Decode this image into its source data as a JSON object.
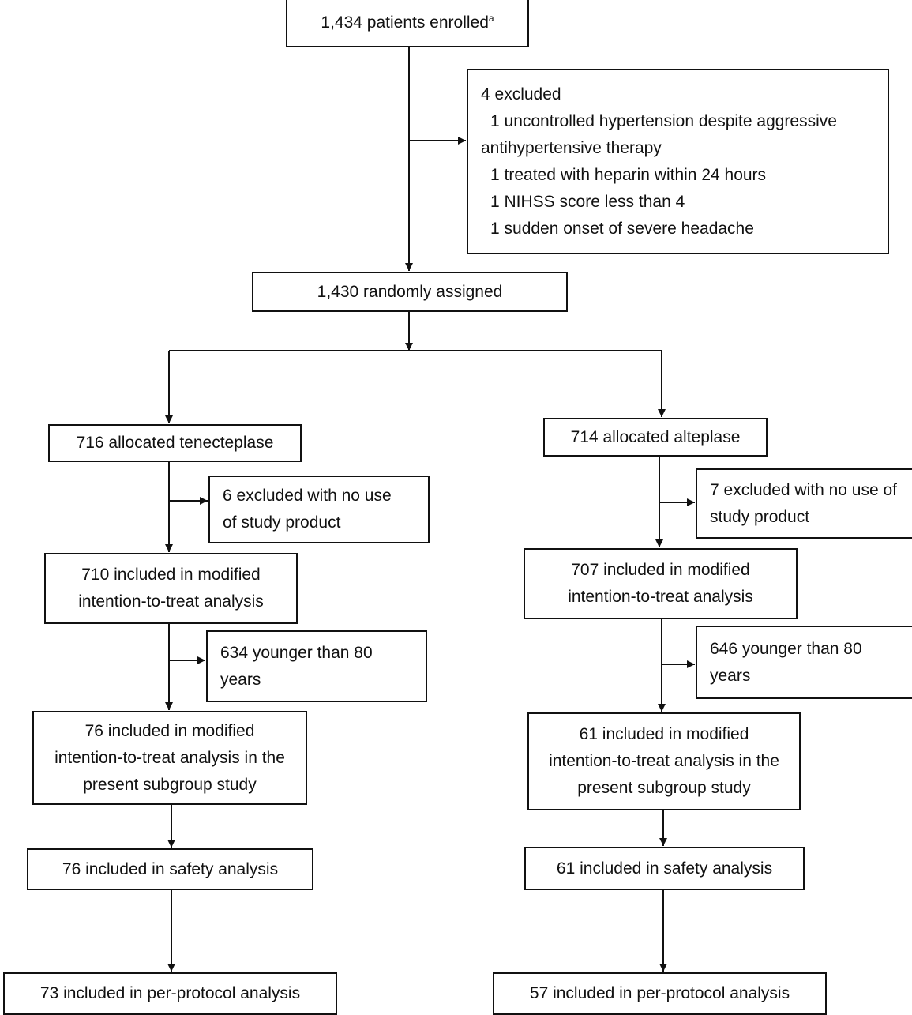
{
  "enrolled": {
    "text": "1,434 patients enrolled",
    "superscript": "a"
  },
  "initial_exclusion": {
    "title": "4 excluded",
    "items": [
      "1 uncontrolled hypertension despite aggressive",
      "antihypertensive therapy",
      "1 treated with heparin within 24 hours",
      "1 NIHSS score less than 4",
      "1 sudden onset of severe headache"
    ]
  },
  "randomized": "1,430 randomly assigned",
  "tenecteplase_arm": {
    "allocated": "716 allocated tenecteplase",
    "excluded": [
      "6 excluded with no use",
      "of study product"
    ],
    "mitt": [
      "710 included in modified",
      "intention-to-treat analysis"
    ],
    "younger": [
      "634 younger than 80",
      "years"
    ],
    "subgroup": [
      "76 included in modified",
      "intention-to-treat analysis in the",
      "present subgroup study"
    ],
    "safety": "76 included in safety analysis",
    "per_protocol": "73 included in per-protocol analysis"
  },
  "alteplase_arm": {
    "allocated": "714 allocated alteplase",
    "excluded": [
      "7 excluded with no use of",
      "study product"
    ],
    "mitt": [
      "707 included in modified",
      "intention-to-treat analysis"
    ],
    "younger": [
      "646 younger than 80",
      "years"
    ],
    "subgroup": [
      "61 included in modified",
      "intention-to-treat analysis in the",
      "present subgroup study"
    ],
    "safety": "61 included in safety analysis",
    "per_protocol": "57 included in per-protocol analysis"
  }
}
